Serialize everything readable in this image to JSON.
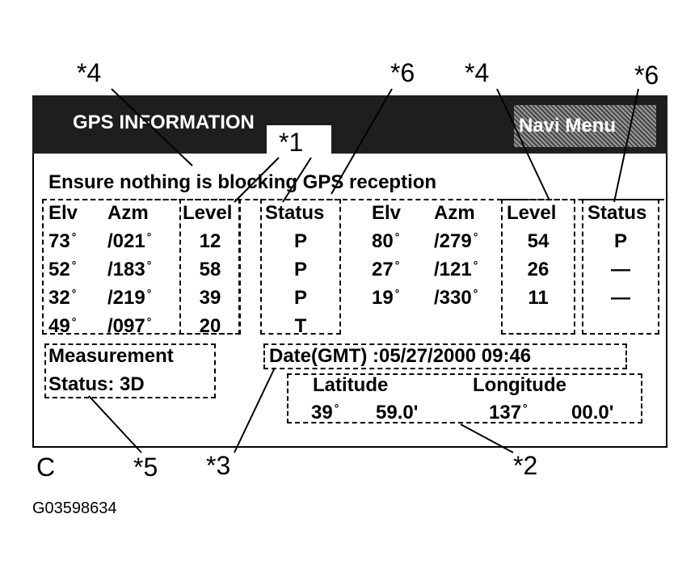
{
  "header": {
    "title": "GPS INFORMATION",
    "navi_menu": "Navi  Menu"
  },
  "message": "Ensure nothing is blocking GPS reception",
  "columns": {
    "elv": "Elv",
    "azm": "Azm",
    "level": "Level",
    "status": "Status"
  },
  "left_rows": [
    {
      "elv": "73",
      "azm": "/021",
      "level": "12",
      "status": "P"
    },
    {
      "elv": "52",
      "azm": "/183",
      "level": "58",
      "status": "P"
    },
    {
      "elv": "32",
      "azm": "/219",
      "level": "39",
      "status": "P"
    },
    {
      "elv": "49",
      "azm": "/097",
      "level": "20",
      "status": "T"
    }
  ],
  "right_rows": [
    {
      "elv": "80",
      "azm": "/279",
      "level": "54",
      "status": "P"
    },
    {
      "elv": "27",
      "azm": "/121",
      "level": "26",
      "status": "—"
    },
    {
      "elv": "19",
      "azm": "/330",
      "level": "11",
      "status": "—"
    }
  ],
  "degree_symbol": "°",
  "measurement": {
    "line1": "Measurement",
    "line2": "Status: 3D"
  },
  "date": "Date(GMT) :05/27/2000 09:46",
  "position": {
    "lat_label": "Latitude",
    "lon_label": "Longitude",
    "lat_deg": "39",
    "lat_min": "59.0'",
    "lon_deg": "137",
    "lon_min": "00.0'"
  },
  "callouts": {
    "c1": "*1",
    "c2": "*2",
    "c3": "*3",
    "c4a": "*4",
    "c4b": "*4",
    "c5": "*5",
    "c6a": "*6",
    "c6b": "*6"
  },
  "figure_letter": "C",
  "figure_id": "G03598634"
}
